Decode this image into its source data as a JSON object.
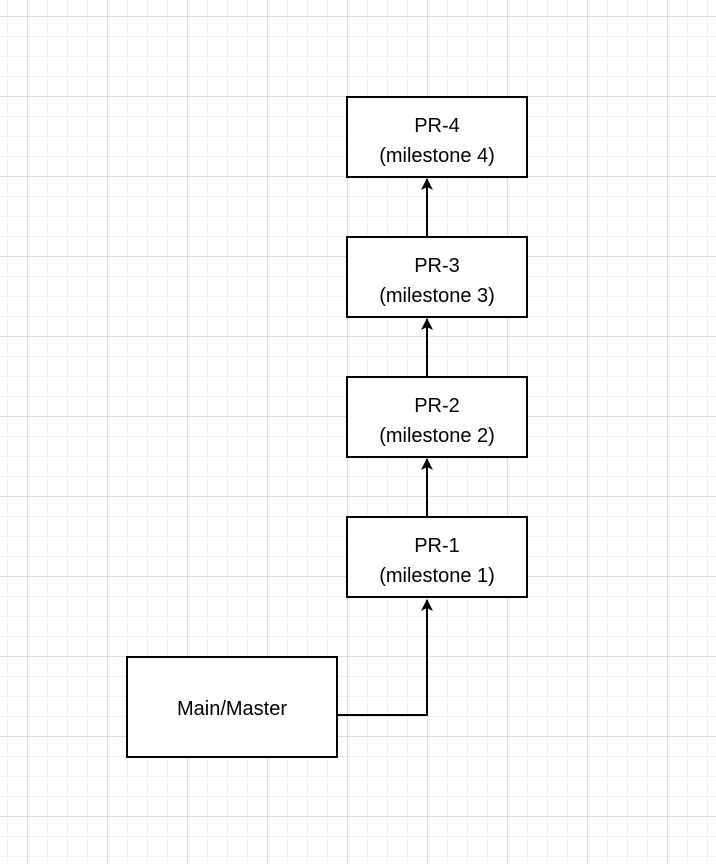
{
  "diagram": {
    "nodes": [
      {
        "id": "main",
        "label_lines": [
          "Main/Master"
        ]
      },
      {
        "id": "pr1",
        "label_lines": [
          "PR-1",
          "(milestone 1)"
        ]
      },
      {
        "id": "pr2",
        "label_lines": [
          "PR-2",
          "(milestone 2)"
        ]
      },
      {
        "id": "pr3",
        "label_lines": [
          "PR-3",
          "(milestone 3)"
        ]
      },
      {
        "id": "pr4",
        "label_lines": [
          "PR-4",
          "(milestone 4)"
        ]
      }
    ],
    "edges": [
      {
        "from": "main",
        "to": "pr1"
      },
      {
        "from": "pr1",
        "to": "pr2"
      },
      {
        "from": "pr2",
        "to": "pr3"
      },
      {
        "from": "pr3",
        "to": "pr4"
      }
    ],
    "colors": {
      "stroke": "#000000",
      "fill": "#ffffff",
      "text": "#000000"
    }
  }
}
